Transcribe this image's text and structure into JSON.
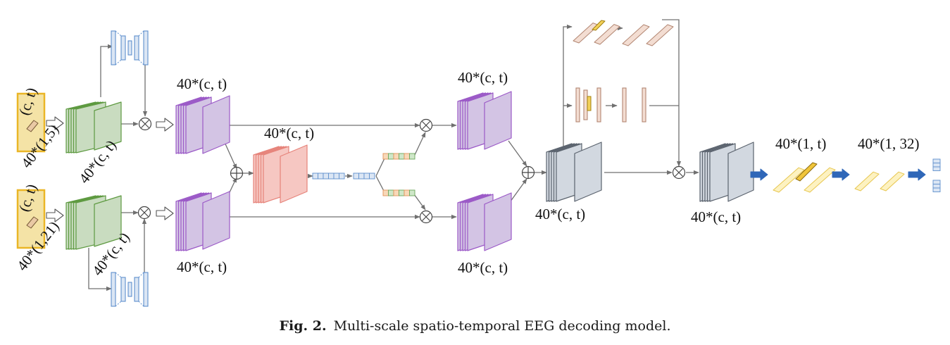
{
  "labels": {
    "input_top": "(c, t)",
    "input_bottom": "(c, t)",
    "kernel_top": "40*(1,5)",
    "kernel_bottom": "40*(1,21)",
    "green_top": "40*(c, t)",
    "green_bottom": "40*(c, t)",
    "purple_top_in": "40*(c, t)",
    "purple_bottom_in": "40*(c, t)",
    "red_stack": "40*(c, t)",
    "purple_top_out": "40*(c, t)",
    "purple_bottom_out": "40*(c, t)",
    "gray_sum": "40*(c, t)",
    "gray_out": "40*(c, t)",
    "yellow_1": "40*(1, t)",
    "yellow_2": "40*(1, 32)"
  },
  "caption": {
    "number": "Fig. 2.",
    "text": "Multi-scale spatio-temporal EEG decoding model."
  },
  "colors": {
    "input_fill": "#f4e3a6",
    "input_stroke": "#eab627",
    "green_fill": "#c9dcc0",
    "green_stroke": "#5e9a41",
    "purple_fill": "#d3c4e4",
    "purple_stroke": "#9b59c7",
    "red_fill": "#f6c7c2",
    "red_stroke": "#e6837a",
    "blue_fill": "#dbe6f4",
    "blue_stroke": "#5f8fcd",
    "gray_fill": "#d2d8e0",
    "gray_stroke": "#5b636e",
    "peach_fill": "#f3ddd2",
    "peach_stroke": "#b28672",
    "yellow_fill": "#fdf2c1",
    "yellow_stroke": "#e7c64f",
    "arrow_blue": "#2f67b8",
    "line": "#707070"
  }
}
